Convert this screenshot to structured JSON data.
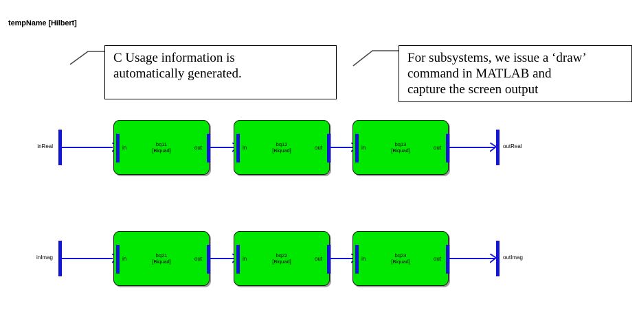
{
  "model": {
    "title": "tempName [Hilbert]"
  },
  "annotations": [
    {
      "id": "callout-1",
      "lines": [
        "C Usage information is",
        "automatically generated."
      ]
    },
    {
      "id": "callout-2",
      "lines": [
        "For subsystems, we issue a ‘draw’",
        "command in MATLAB and",
        "capture the screen output"
      ]
    }
  ],
  "colors": {
    "block_fill": "#00e800",
    "block_border": "#1a1a1a",
    "signal": "#1414d6",
    "background": "#ffffff",
    "annotation_border": "#000000"
  },
  "diagram": {
    "rows": [
      {
        "name": "real-path",
        "input_port": {
          "label": "inReal"
        },
        "output_port": {
          "label": "outReal"
        },
        "blocks": [
          {
            "name": "bq11",
            "type": "[Biquad]",
            "in_port": "in",
            "out_port": "out"
          },
          {
            "name": "bq12",
            "type": "[Biquad]",
            "in_port": "in",
            "out_port": "out"
          },
          {
            "name": "bq13",
            "type": "[Biquad]",
            "in_port": "in",
            "out_port": "out"
          }
        ]
      },
      {
        "name": "imag-path",
        "input_port": {
          "label": "inImag"
        },
        "output_port": {
          "label": "outImag"
        },
        "blocks": [
          {
            "name": "bq21",
            "type": "[Biquad]",
            "in_port": "in",
            "out_port": "out"
          },
          {
            "name": "bq22",
            "type": "[Biquad]",
            "in_port": "in",
            "out_port": "out"
          },
          {
            "name": "bq23",
            "type": "[Biquad]",
            "in_port": "in",
            "out_port": "out"
          }
        ]
      }
    ]
  }
}
